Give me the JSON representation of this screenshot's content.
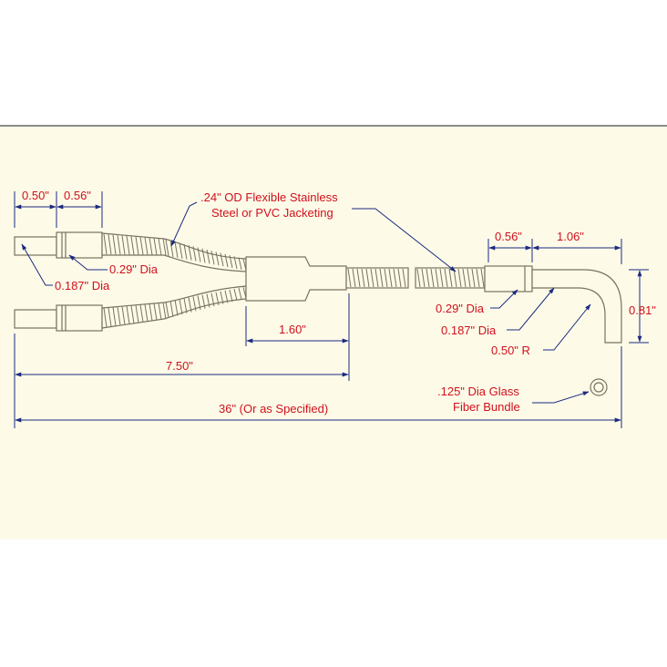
{
  "colors": {
    "background": "#fdfbe8",
    "page": "#ffffff",
    "rule": "#1a1a1a",
    "outline": "#7a7260",
    "dimension": "#1c2a80",
    "text": "#d0101c"
  },
  "labels": {
    "dim_050": "0.50\"",
    "dim_056_left": "0.56\"",
    "jacket_line1": ".24\" OD Flexible Stainless",
    "jacket_line2": "Steel or PVC Jacketing",
    "dia_029_left": "0.29\" Dia",
    "dia_0187_left": "0.187\" Dia",
    "dim_160": "1.60\"",
    "dim_750": "7.50\"",
    "dim_36": "36\" (Or as Specified)",
    "dim_056_right": "0.56\"",
    "dim_106": "1.06\"",
    "dim_081": "0.81\"",
    "dia_029_right": "0.29\" Dia",
    "dia_0187_right": "0.187\" Dia",
    "radius_050": "0.50\" R",
    "bundle_line1": ".125\" Dia Glass",
    "bundle_line2": "Fiber Bundle"
  }
}
